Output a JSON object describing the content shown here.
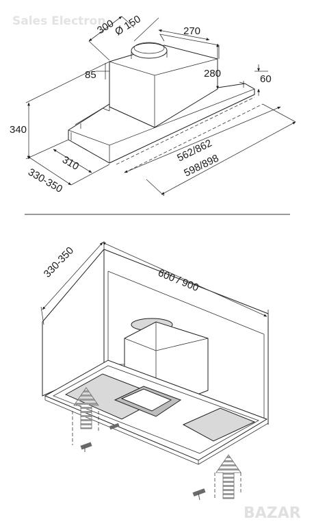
{
  "watermark": "Sales Electron",
  "logo": "BAZAR",
  "top_view": {
    "dims": {
      "d300": "300",
      "d150": "Ø 150",
      "d270": "270",
      "d280": "280",
      "d85": "85",
      "d60": "60",
      "d340": "340",
      "d310": "310",
      "d330": "330-350",
      "d562": "562/862",
      "d598": "598/898"
    }
  },
  "bottom_view": {
    "dims": {
      "depth": "330-350",
      "width": "600 / 900"
    }
  }
}
